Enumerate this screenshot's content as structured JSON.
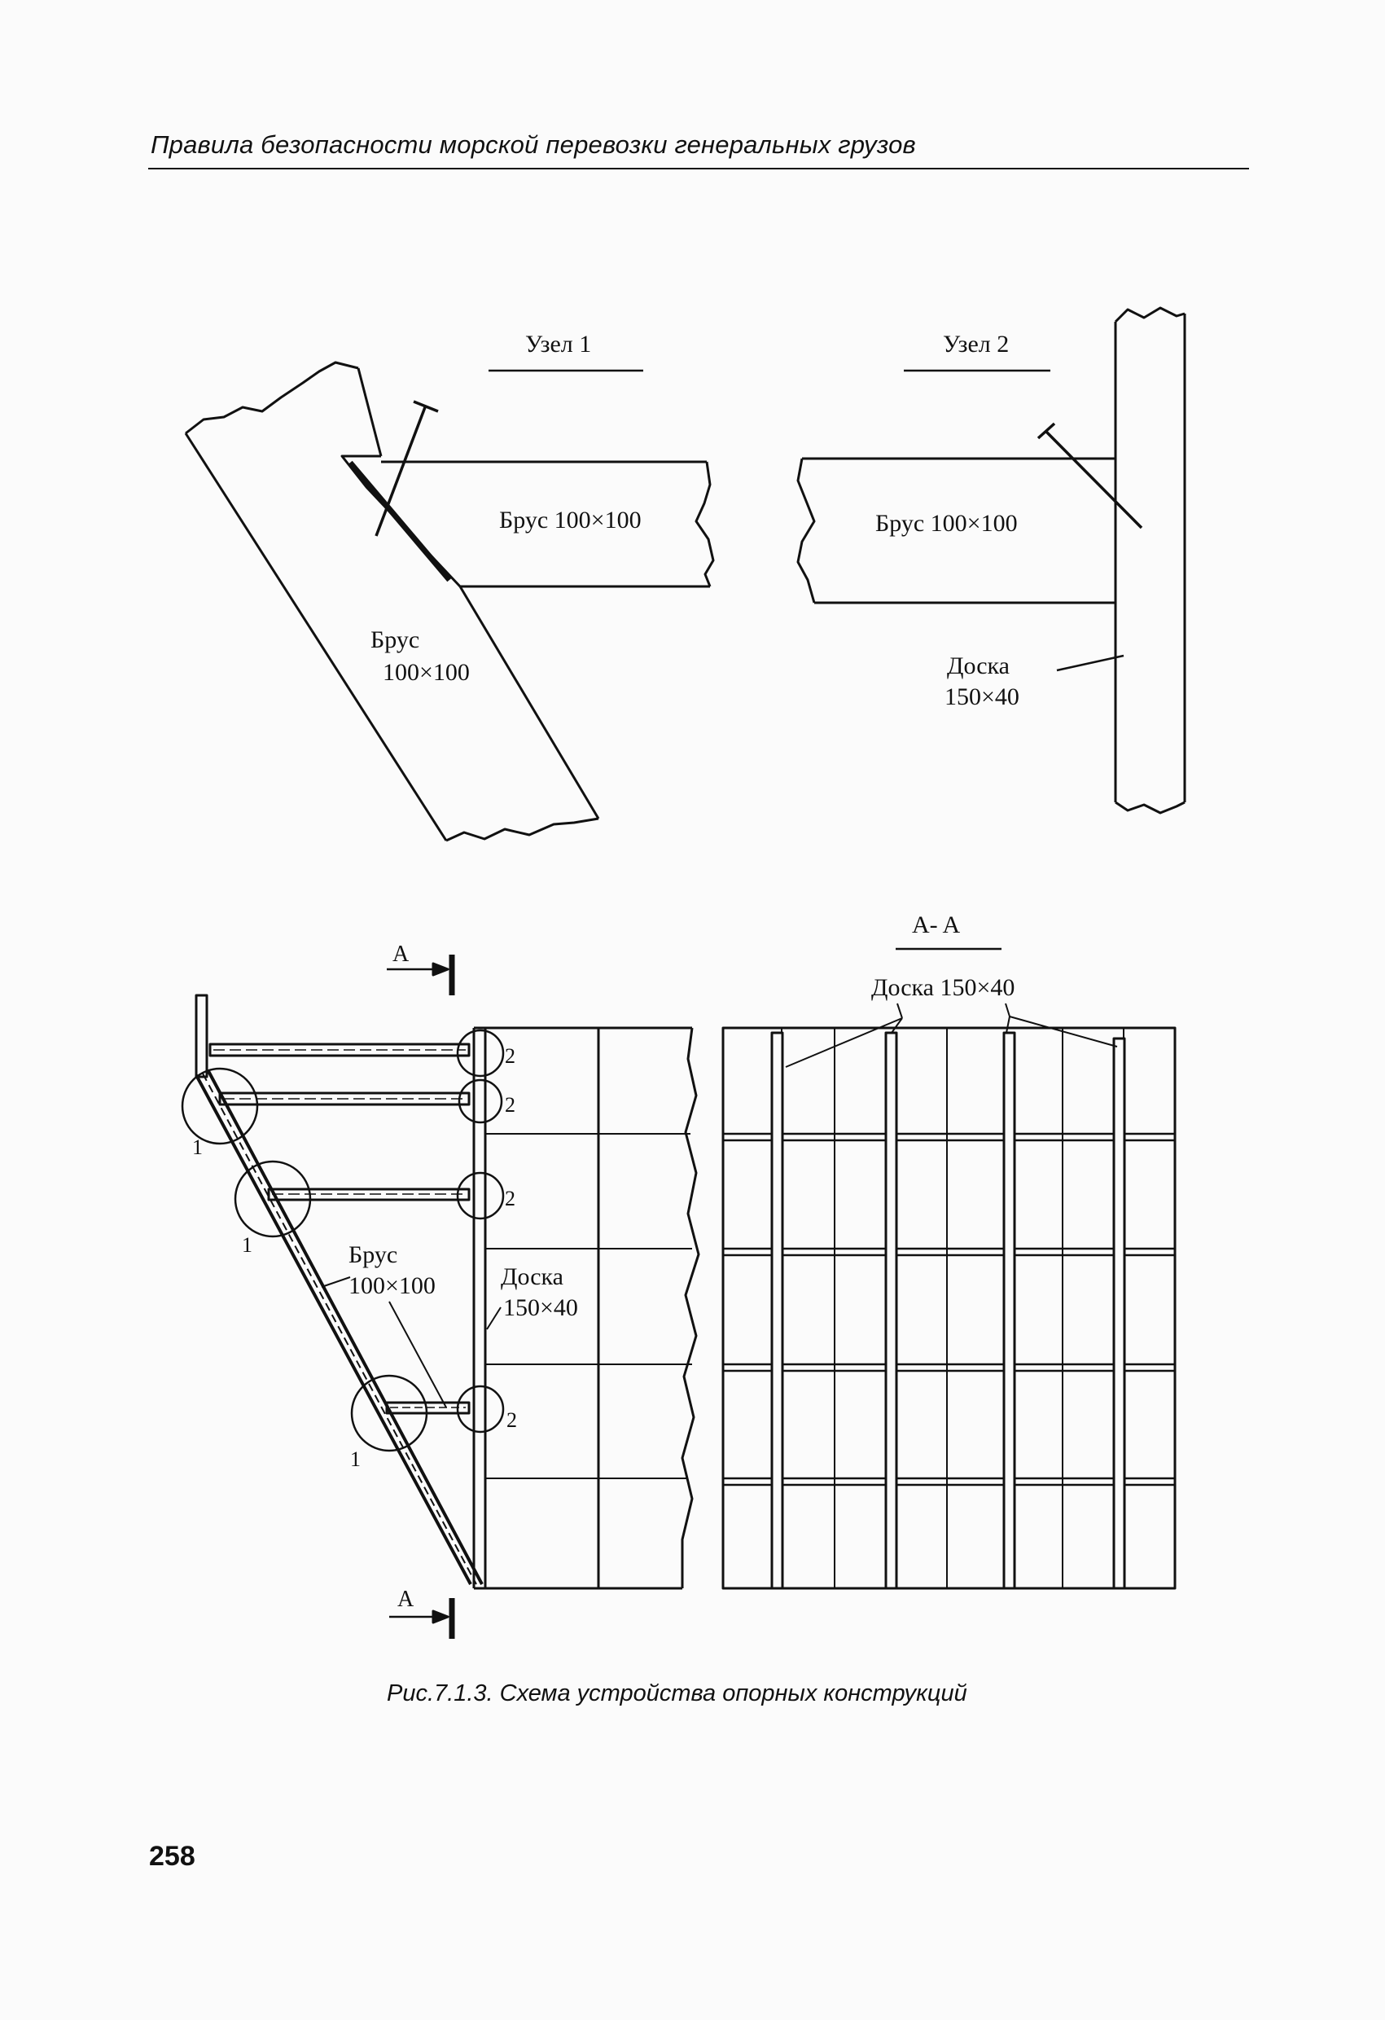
{
  "header": {
    "title": "Правила безопасности морской перевозки генеральных грузов"
  },
  "figure": {
    "node1": {
      "title": "Узел 1",
      "beam_label": "Брус 100×100",
      "brace_label_line1": "Брус",
      "brace_label_line2": "100×100"
    },
    "node2": {
      "title": "Узел 2",
      "beam_label": "Брус 100×100",
      "board_label_line1": "Доска",
      "board_label_line2": "150×40"
    },
    "main": {
      "section_mark": "A",
      "brace_label_line1": "Брус",
      "brace_label_line2": "100×100",
      "board_label_line1": "Доска",
      "board_label_line2": "150×40",
      "node_callout_1": "1",
      "node_callout_2": "2"
    },
    "section": {
      "title": "A- A",
      "board_label": "Доска 150×40"
    },
    "caption": "Рис.7.1.3. Схема устройства опорных конструкций"
  },
  "page_number": "258"
}
